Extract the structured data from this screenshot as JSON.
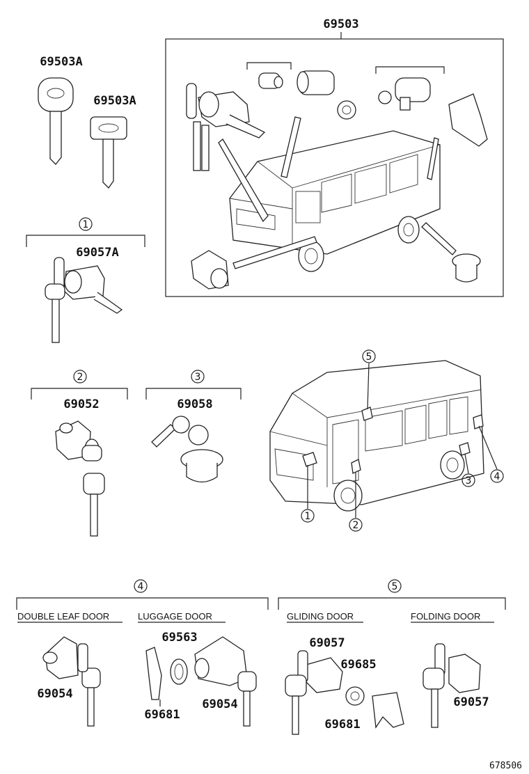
{
  "kit_label": "69503",
  "key_a_label": "69503A",
  "key_b_label": "69503A",
  "callouts": {
    "c1": "1",
    "c2": "2",
    "c3": "3",
    "c4": "4",
    "c5": "5"
  },
  "group1": {
    "callout": "1",
    "part": "69057A"
  },
  "group2": {
    "callout": "2",
    "part": "69052"
  },
  "group3": {
    "callout": "3",
    "part": "69058"
  },
  "van_callouts": [
    "5",
    "1",
    "2",
    "3",
    "4"
  ],
  "group4": {
    "callout": "4",
    "double_leaf_caption": "DOUBLE LEAF DOOR",
    "luggage_caption": "LUGGAGE DOOR",
    "double_leaf_part": "69054",
    "luggage_parts": {
      "p1": "69563",
      "p2": "69681",
      "p3": "69054"
    }
  },
  "group5": {
    "callout": "5",
    "gliding_caption": "GLIDING DOOR",
    "folding_caption": "FOLDING DOOR",
    "gliding_parts": {
      "p1": "69057",
      "p2": "69685",
      "p3": "69681"
    },
    "folding_part": "69057"
  },
  "diagram_ref": "678506"
}
